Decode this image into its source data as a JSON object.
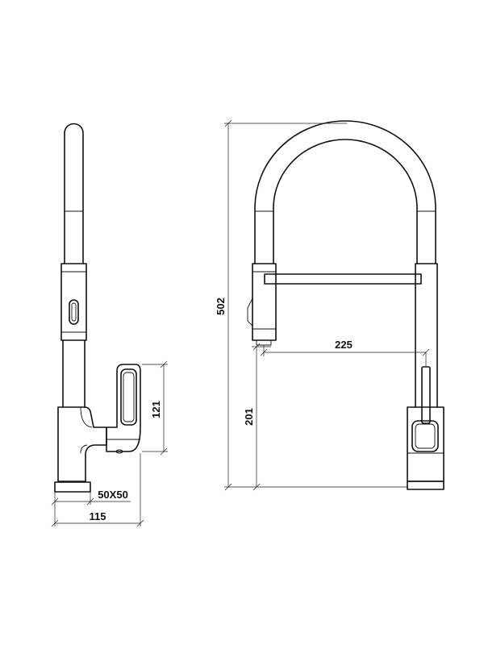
{
  "dimensions": {
    "side_height": "121",
    "base_size": "50X50",
    "side_depth": "115",
    "front_total_height": "502",
    "front_spout_height": "201",
    "front_reach": "225"
  }
}
